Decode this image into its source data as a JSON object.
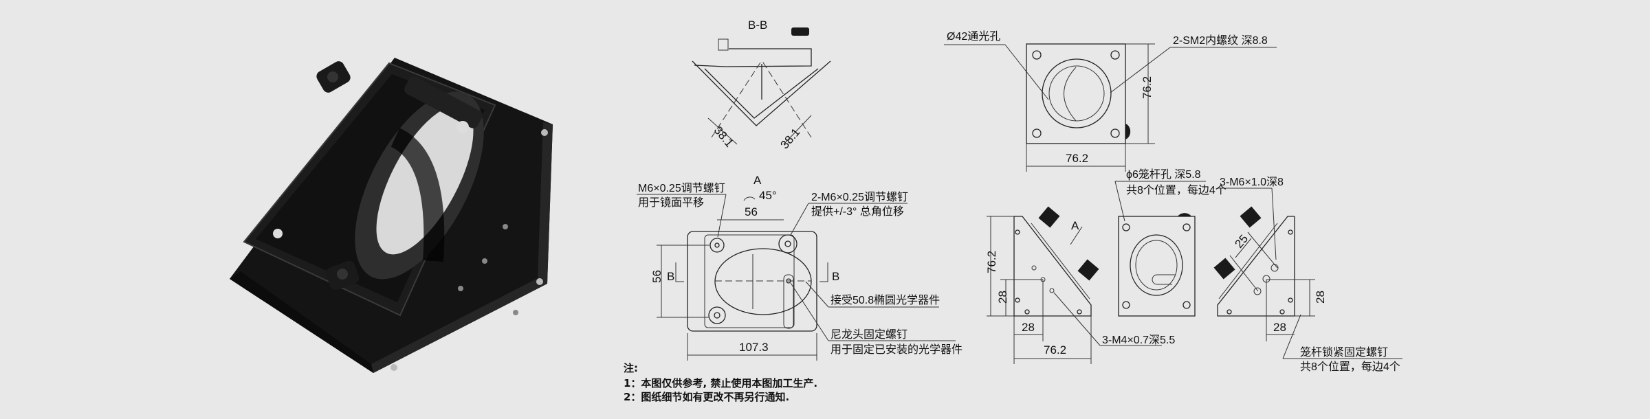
{
  "section_bb": {
    "title": "B-B",
    "dim_left": "38.1",
    "dim_right": "38.1"
  },
  "front_view": {
    "label_m6_line1": "M6×0.25调节螺钉",
    "label_m6_line2": "用于镜面平移",
    "view_a": "A",
    "angle": "45°",
    "label_2m6_line1": "2-M6×0.25调节螺钉",
    "label_2m6_line2": "提供+/-3° 总角位移",
    "dim_top": "56",
    "dim_left": "56",
    "section_mark": "B",
    "label_optic": "接受50.8椭圆光学器件",
    "label_nylon_line1": "尼龙头固定螺钉",
    "label_nylon_line2": "用于固定已安装的光学器件",
    "dim_width": "107.3"
  },
  "notes": {
    "title": "注:",
    "items": [
      "1：本图仅供参考, 禁止使用本图加工生产.",
      "2：图纸细节如有更改不再另行通知."
    ]
  },
  "back_view": {
    "label_aperture": "Ø42通光孔",
    "label_thread": "2-SM2内螺纹  深8.8",
    "dim_width": "76.2",
    "dim_height": "76.2"
  },
  "left_side_view": {
    "view_a": "A",
    "dim_height": "76.2",
    "dim_28_v": "28",
    "dim_28_h": "28",
    "dim_width": "76.2",
    "label_m4": "3-M4×0.7深5.5"
  },
  "bottom_view": {
    "label_cage_line1": "ϕ6笼杆孔  深5.8",
    "label_cage_line2": "共8个位置，每边4个"
  },
  "right_side_view": {
    "label_m6": "3-M6×1.0深8",
    "dim_25": "25",
    "dim_28_v": "28",
    "dim_28_h": "28",
    "label_lock_line1": "笼杆锁紧固定螺钉",
    "label_lock_line2": "共8个位置，每边4个"
  }
}
